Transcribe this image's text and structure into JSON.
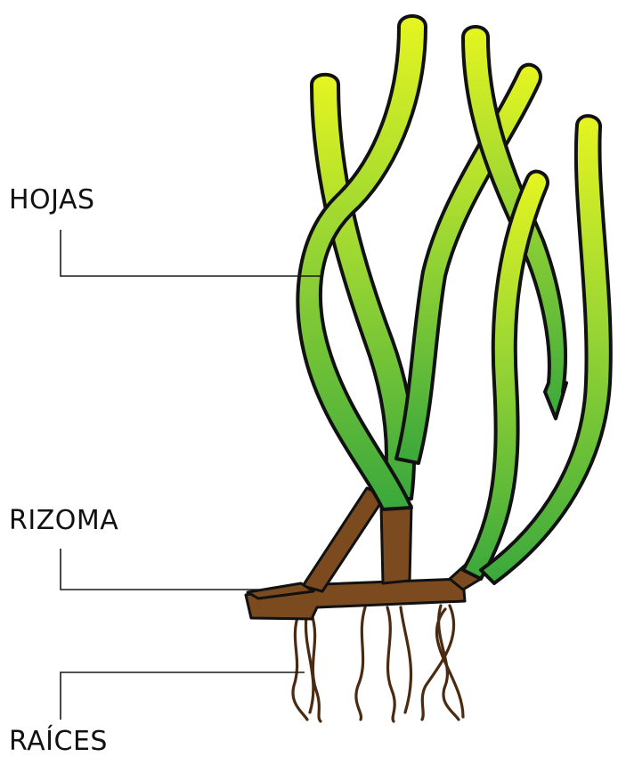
{
  "labels": {
    "leaves": "HOJAS",
    "rhizome": "RIZOMA",
    "roots": "RAÍCES"
  },
  "colors": {
    "leaf_top": "#e5f520",
    "leaf_bottom": "#3aa83c",
    "rhizome": "#7b4a1e",
    "roots": "#4a2a10",
    "outline": "#111111"
  }
}
